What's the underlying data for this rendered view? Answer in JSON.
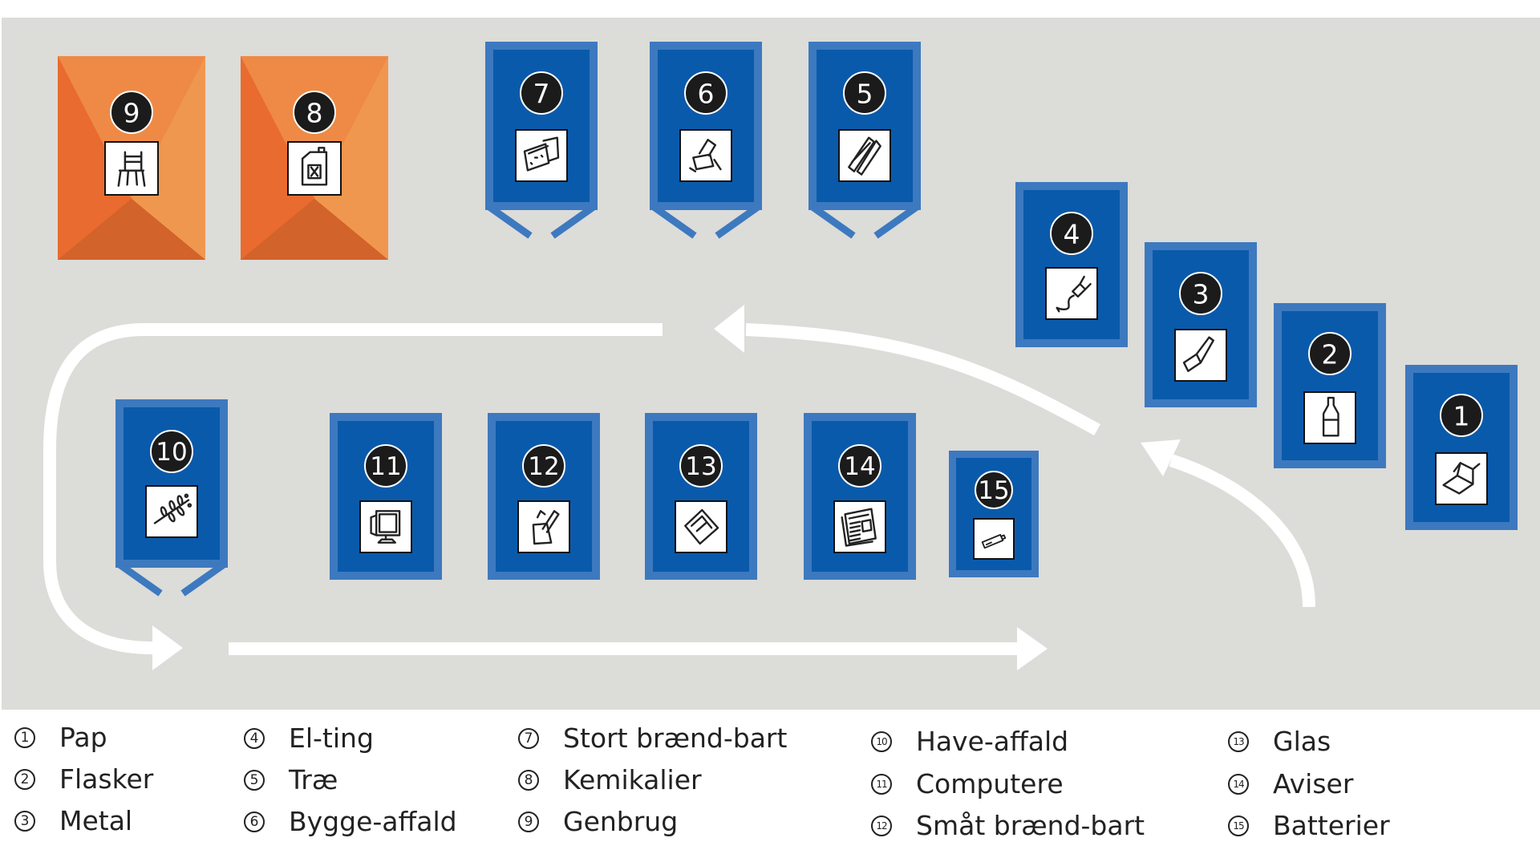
{
  "colors": {
    "yard": "#dcdcd9",
    "container_outer": "#3d79bf",
    "container_inner": "#0a5aab",
    "chute": "#3d79bf",
    "orange_main": "#e96b2f",
    "orange_light": "#f0974f",
    "orange_dark": "#d2632a",
    "badge": "#1b1b1b",
    "arrow": "#ffffff",
    "text": "#222222"
  },
  "stations": [
    {
      "id": 1,
      "number": "1",
      "type": "container",
      "icon": "cardboard-box-icon"
    },
    {
      "id": 2,
      "number": "2",
      "type": "container",
      "icon": "bottle-icon"
    },
    {
      "id": 3,
      "number": "3",
      "type": "container",
      "icon": "metal-pipe-icon"
    },
    {
      "id": 4,
      "number": "4",
      "type": "container",
      "icon": "plug-cable-icon"
    },
    {
      "id": 5,
      "number": "5",
      "type": "chute",
      "icon": "wood-planks-icon"
    },
    {
      "id": 6,
      "number": "6",
      "type": "chute",
      "icon": "construction-rubble-icon"
    },
    {
      "id": 7,
      "number": "7",
      "type": "chute",
      "icon": "bulky-waste-icon"
    },
    {
      "id": 8,
      "number": "8",
      "type": "shed",
      "icon": "chemical-canister-icon"
    },
    {
      "id": 9,
      "number": "9",
      "type": "shed",
      "icon": "chair-icon"
    },
    {
      "id": 10,
      "number": "10",
      "type": "chute",
      "icon": "garden-branch-icon"
    },
    {
      "id": 11,
      "number": "11",
      "type": "container",
      "icon": "computer-icon"
    },
    {
      "id": 12,
      "number": "12",
      "type": "container",
      "icon": "small-combustible-icon"
    },
    {
      "id": 13,
      "number": "13",
      "type": "container",
      "icon": "glass-pane-icon"
    },
    {
      "id": 14,
      "number": "14",
      "type": "container",
      "icon": "newspaper-icon"
    },
    {
      "id": 15,
      "number": "15",
      "type": "container",
      "icon": "battery-icon"
    }
  ],
  "legend": [
    {
      "number": "1",
      "label": "Pap"
    },
    {
      "number": "2",
      "label": "Flasker"
    },
    {
      "number": "3",
      "label": "Metal"
    },
    {
      "number": "4",
      "label": "El-ting"
    },
    {
      "number": "5",
      "label": "Træ"
    },
    {
      "number": "6",
      "label": "Bygge-affald"
    },
    {
      "number": "7",
      "label": "Stort brænd-bart"
    },
    {
      "number": "8",
      "label": "Kemikalier"
    },
    {
      "number": "9",
      "label": "Genbrug"
    },
    {
      "number": "10",
      "label": "Have-affald"
    },
    {
      "number": "11",
      "label": "Computere"
    },
    {
      "number": "12",
      "label": "Småt brænd-bart"
    },
    {
      "number": "13",
      "label": "Glas"
    },
    {
      "number": "14",
      "label": "Aviser"
    },
    {
      "number": "15",
      "label": "Batterier"
    }
  ]
}
